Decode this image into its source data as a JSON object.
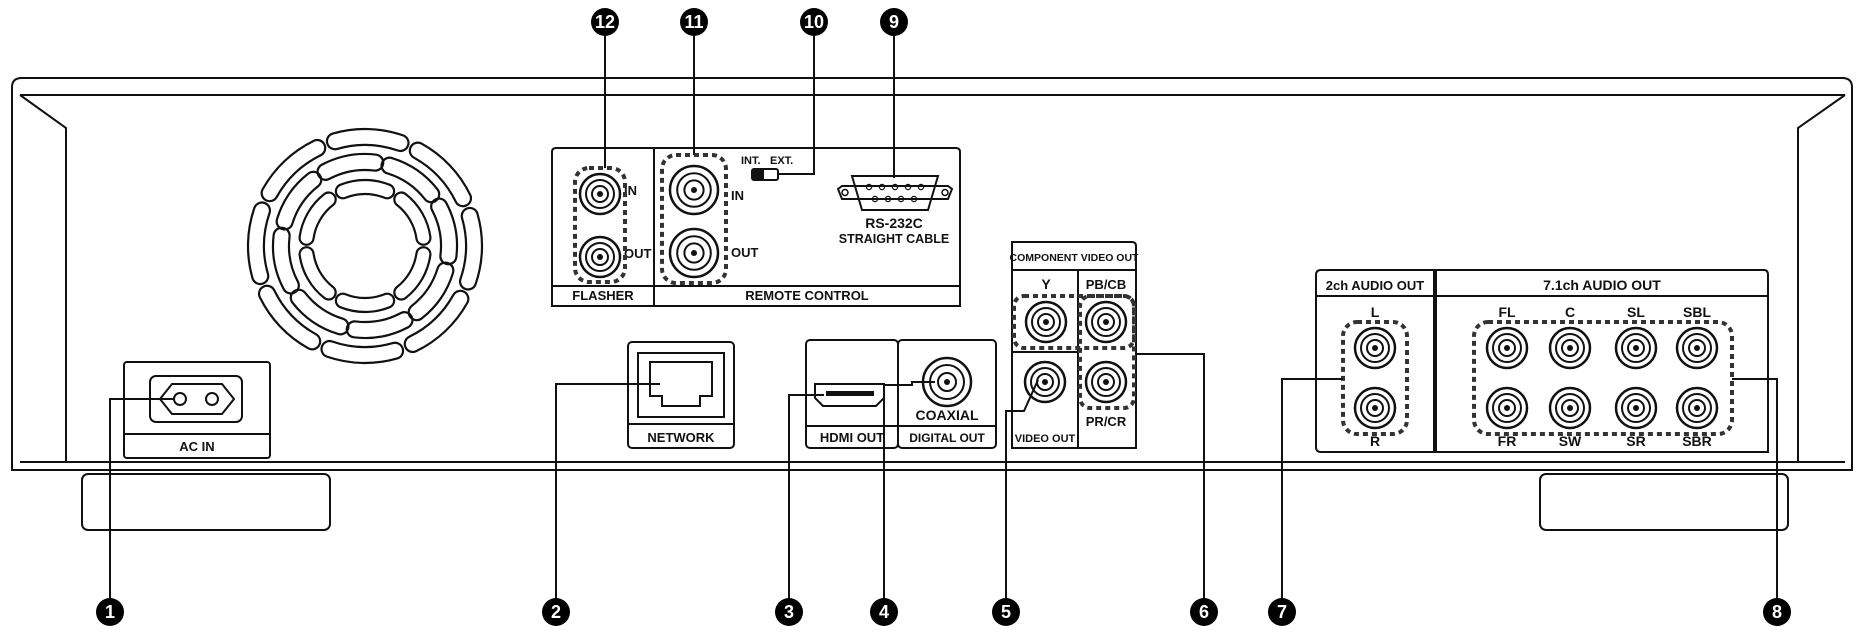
{
  "callouts": {
    "n1": "1",
    "n2": "2",
    "n3": "3",
    "n4": "4",
    "n5": "5",
    "n6": "6",
    "n7": "7",
    "n8": "8",
    "n9": "9",
    "n10": "10",
    "n11": "11",
    "n12": "12"
  },
  "labels": {
    "ac_in": "AC IN",
    "network": "NETWORK",
    "hdmi_out": "HDMI OUT",
    "coaxial": "COAXIAL",
    "digital_out": "DIGITAL OUT",
    "video_out": "VIDEO OUT",
    "component_video_out": "COMPONENT VIDEO OUT",
    "comp_y": "Y",
    "comp_pb": "PB/CB",
    "comp_pr": "PR/CR",
    "flasher": "FLASHER",
    "remote_control": "REMOTE CONTROL",
    "in": "IN",
    "out": "OUT",
    "int": "INT.",
    "ext": "EXT.",
    "rs232c": "RS-232C",
    "straight_cable": "STRAIGHT CABLE",
    "audio_2ch": "2ch AUDIO OUT",
    "audio_71ch": "7.1ch AUDIO OUT",
    "ch_l": "L",
    "ch_r": "R",
    "ch_fl": "FL",
    "ch_c": "C",
    "ch_sl": "SL",
    "ch_sbl": "SBL",
    "ch_fr": "FR",
    "ch_sw": "SW",
    "ch_sr": "SR",
    "ch_sbr": "SBR"
  },
  "icons": {
    "fan": "fan-vent-icon",
    "ac_socket": "ac-power-socket-icon",
    "ethernet": "ethernet-port-icon",
    "hdmi": "hdmi-port-icon",
    "rca": "rca-jack-icon",
    "serial": "db9-serial-port-icon",
    "switch": "slide-switch-icon"
  },
  "colors": {
    "line": "#111111",
    "panel": "#ffffff",
    "callout": "#000000"
  }
}
